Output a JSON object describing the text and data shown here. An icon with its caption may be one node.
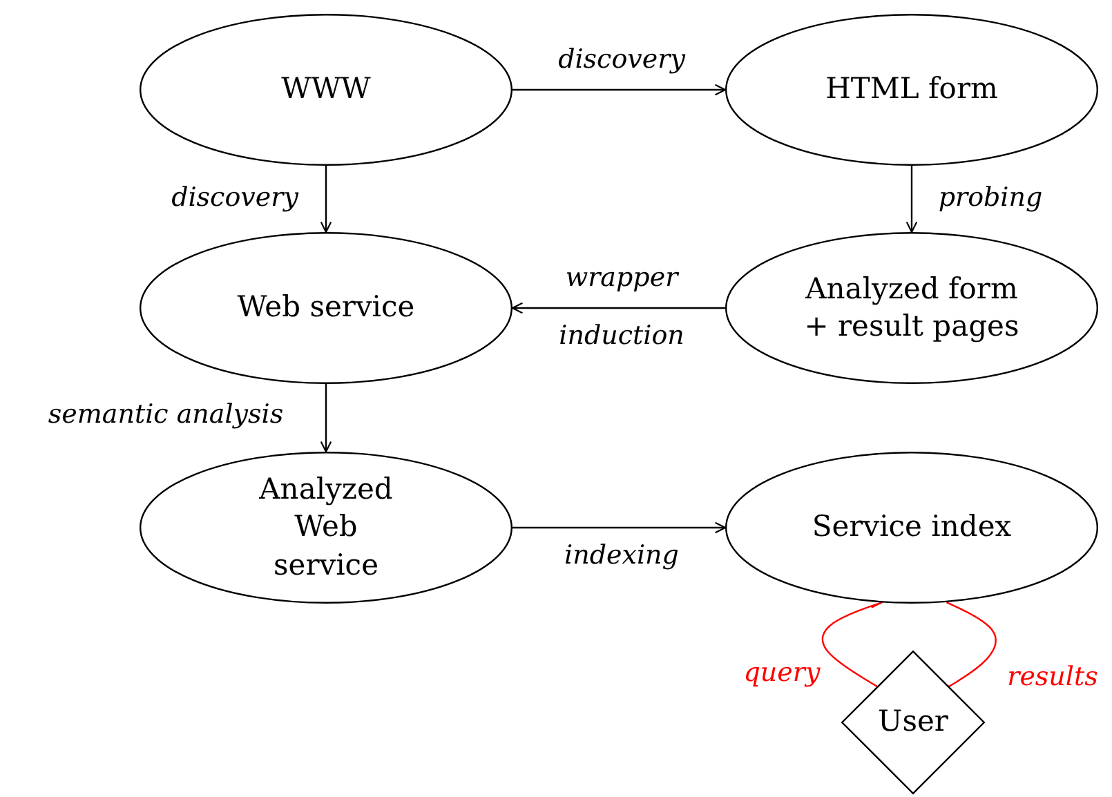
{
  "diagram": {
    "nodes": [
      {
        "text": [
          "WWW"
        ]
      },
      {
        "text": [
          "HTML form"
        ]
      },
      {
        "text": [
          "Web service"
        ]
      },
      {
        "text": [
          "Analyzed form + result pages"
        ]
      },
      {
        "text": [
          "Analyzed Web service"
        ]
      },
      {
        "text": [
          "Service index"
        ]
      },
      {
        "text": [
          "User"
        ]
      }
    ],
    "edges": [
      {
        "from": 0,
        "to": 1,
        "arrow": "to",
        "label": "discovery"
      },
      {
        "from": 0,
        "to": 2,
        "arrow": "to",
        "label": "discovery"
      },
      {
        "from": 1,
        "to": 3,
        "arrow": "to",
        "label": "probing"
      },
      {
        "from": 3,
        "to": 2,
        "arrow": "to",
        "label": "wrapper induction"
      },
      {
        "from": 2,
        "to": 4,
        "arrow": "to",
        "label": "semantic analysis"
      },
      {
        "from": 4,
        "to": 5,
        "arrow": "to",
        "label": "indexing"
      },
      {
        "from": 6,
        "to": 5,
        "arrow": "to",
        "label": "query",
        "color": "#ff0000"
      },
      {
        "from": 5,
        "to": 6,
        "arrow": "to",
        "label": "results",
        "color": "#ff0000"
      }
    ]
  }
}
